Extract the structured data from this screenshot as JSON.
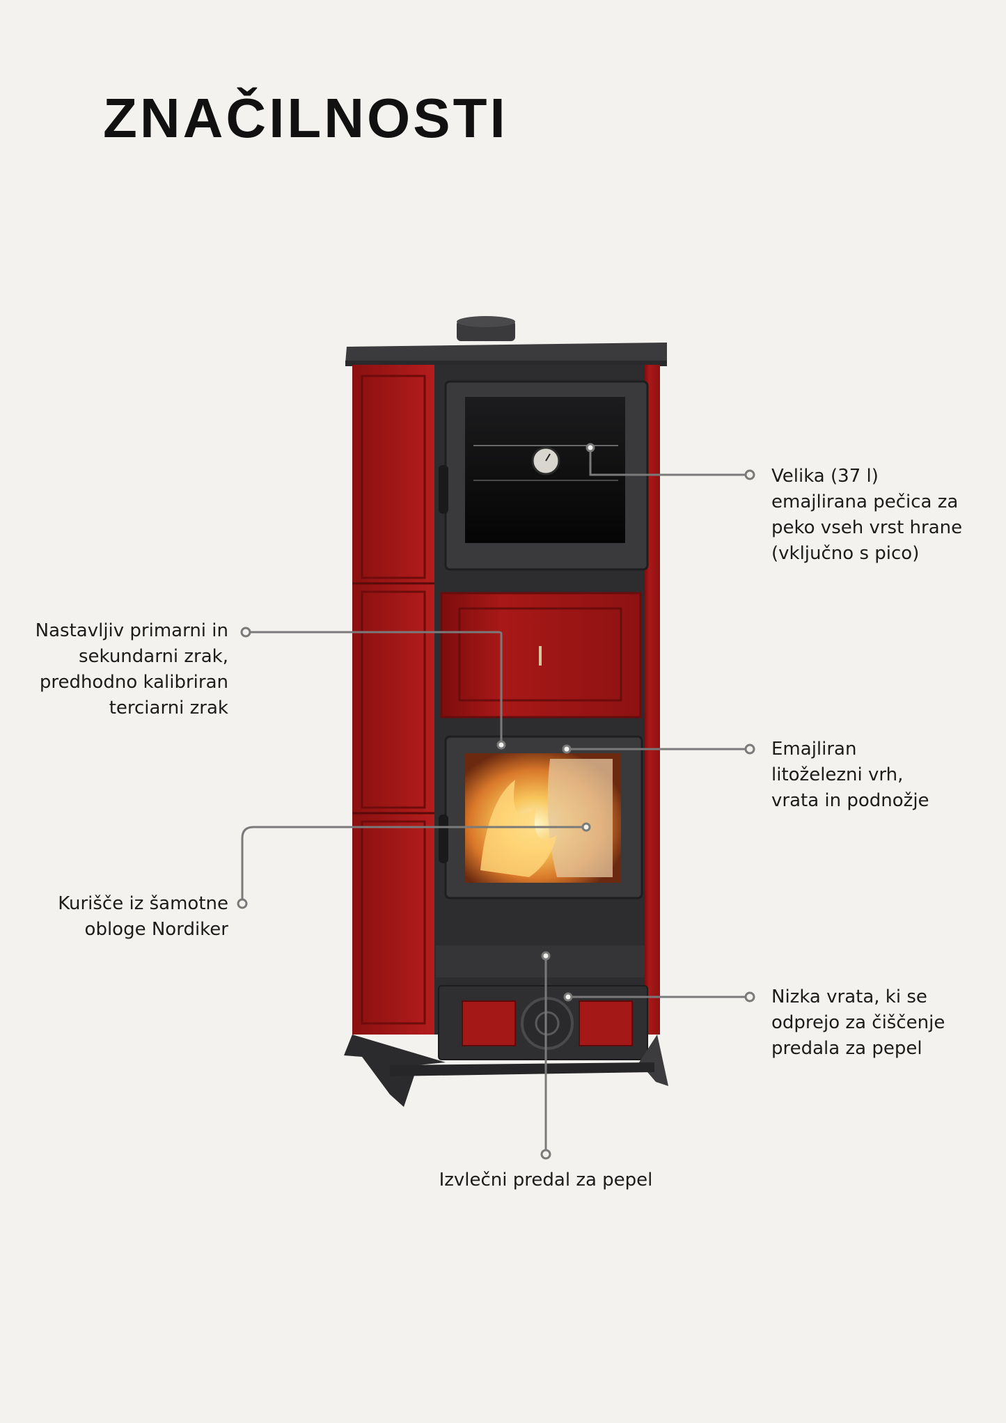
{
  "page": {
    "title": "ZNAČILNOSTI"
  },
  "callouts": {
    "oven": "Velika (37 l) emajlirana pečica za peko vseh vrst hrane (vključno s pico)",
    "air": "Nastavljiv primarni in sekundarni zrak, predhodno kalibriran terciarni zrak",
    "enamel": "Emajliran litoželezni vrh, vrata in podnožje",
    "firebox": "Kurišče iz šamotne obloge Nordiker",
    "low_door": "Nizka vrata, ki se odprejo za čiščenje predala za pepel",
    "ash_drawer": "Izvlečni predal za pepel"
  },
  "colors": {
    "background": "#f4f2ee",
    "stove_red": "#9e1414",
    "stove_dark": "#2c2c2e",
    "leader_line": "#7a7a7a"
  }
}
